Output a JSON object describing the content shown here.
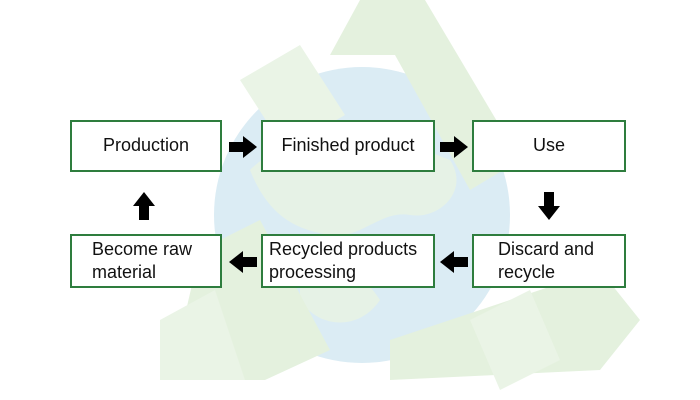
{
  "steps": {
    "production": "Production",
    "finished": "Finished product",
    "use": "Use",
    "discard": "Discard and\nrecycle",
    "processing": "Recycled products\nprocessing",
    "raw": "Become raw\nmaterial"
  },
  "background_icon": "recycle-globe-icon",
  "colors": {
    "box_border": "#2e7d3e",
    "arrow": "#000000",
    "recycle_symbol": "#e3f0dd",
    "globe": "#d8ebf4"
  }
}
